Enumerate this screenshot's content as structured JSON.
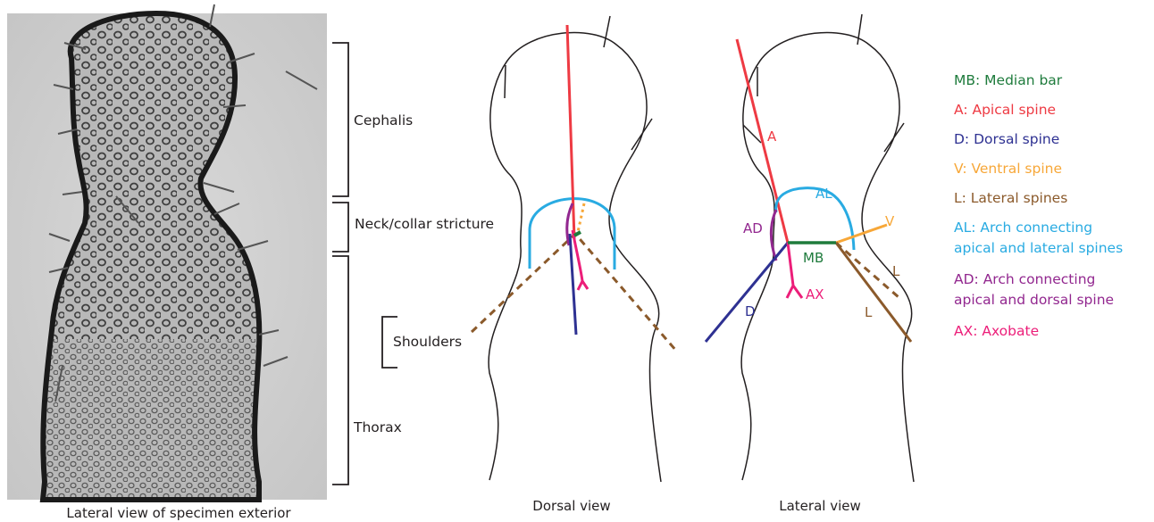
{
  "colors": {
    "median_bar": "#1e7b3c",
    "apical": "#ee3a43",
    "dorsal": "#2e3192",
    "ventral": "#f7a738",
    "lateral": "#8b5a2b",
    "arch_al": "#29abe2",
    "arch_ad": "#92278f",
    "axobate": "#ec1e79",
    "outline": "#231f20"
  },
  "photo": {
    "caption": "Lateral view of specimen exterior"
  },
  "regions": {
    "cephalis": "Cephalis",
    "neck": "Neck/collar stricture",
    "shoulders": "Shoulders",
    "thorax": "Thorax"
  },
  "views": {
    "dorsal": "Dorsal view",
    "lateral": "Lateral view"
  },
  "lateral_labels": {
    "A": "A",
    "AL": "AL",
    "AD": "AD",
    "V": "V",
    "MB": "MB",
    "AX": "AX",
    "D": "D",
    "L1": "L",
    "L2": "L"
  },
  "legend": {
    "mb": "MB: Median bar",
    "a": "A: Apical spine",
    "d": "D: Dorsal spine",
    "v": "V: Ventral spine",
    "l": "L: Lateral spines",
    "al_1": "AL: Arch connecting",
    "al_2": "apical and lateral spines",
    "ad_1": "AD: Arch connecting",
    "ad_2": "apical and dorsal spine",
    "ax": "AX: Axobate"
  }
}
